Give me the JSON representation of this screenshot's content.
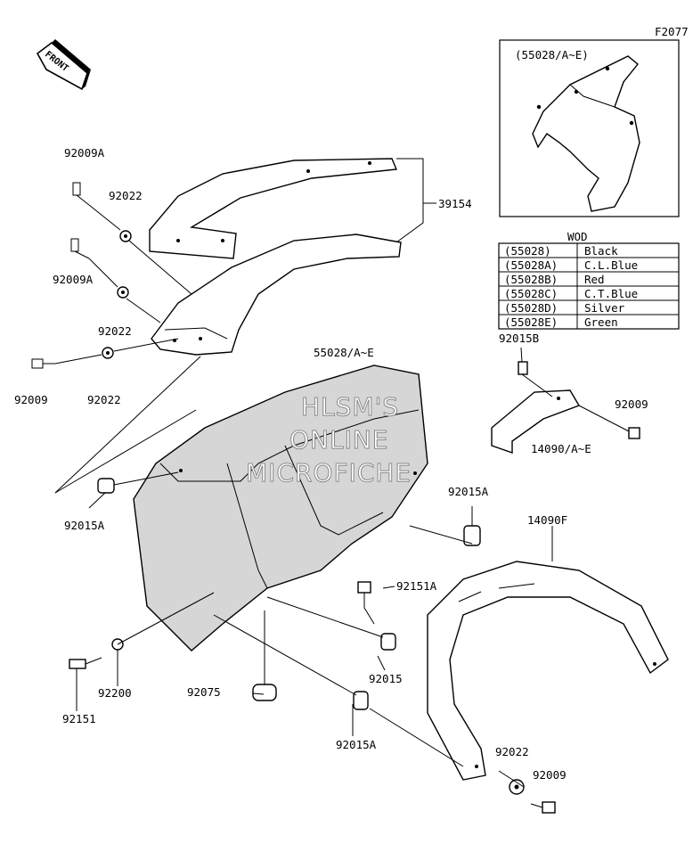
{
  "diagram": {
    "corner_code": "F2077",
    "front_label": "FRONT",
    "watermark": [
      "HLSM'S",
      "ONLINE",
      "MICROFICHE"
    ],
    "inset_label": "(55028/A~E)",
    "color_table": {
      "title": "WOD",
      "rows": [
        {
          "code": "(55028)",
          "color": "Black"
        },
        {
          "code": "(55028A)",
          "color": "C.L.Blue"
        },
        {
          "code": "(55028B)",
          "color": "Red"
        },
        {
          "code": "(55028C)",
          "color": "C.T.Blue"
        },
        {
          "code": "(55028D)",
          "color": "Silver"
        },
        {
          "code": "(55028E)",
          "color": "Green"
        }
      ]
    },
    "part_labels": {
      "p92009A_top": "92009A",
      "p92022_top": "92022",
      "p39154": "39154",
      "p92009A_mid": "92009A",
      "p92022_mid": "92022",
      "p92009_left": "92009",
      "p92022_left": "92022",
      "p55028": "55028/A~E",
      "p92015B": "92015B",
      "p92009_right": "92009",
      "p14090": "14090/A~E",
      "p92015A_left": "92015A",
      "p92015A_mid": "92015A",
      "p14090F": "14090F",
      "p92151A": "92151A",
      "p92015": "92015",
      "p92200": "92200",
      "p92151": "92151",
      "p92075": "92075",
      "p92015A_bottom": "92015A",
      "p92022_bottom": "92022",
      "p92009_bottom": "92009"
    }
  }
}
